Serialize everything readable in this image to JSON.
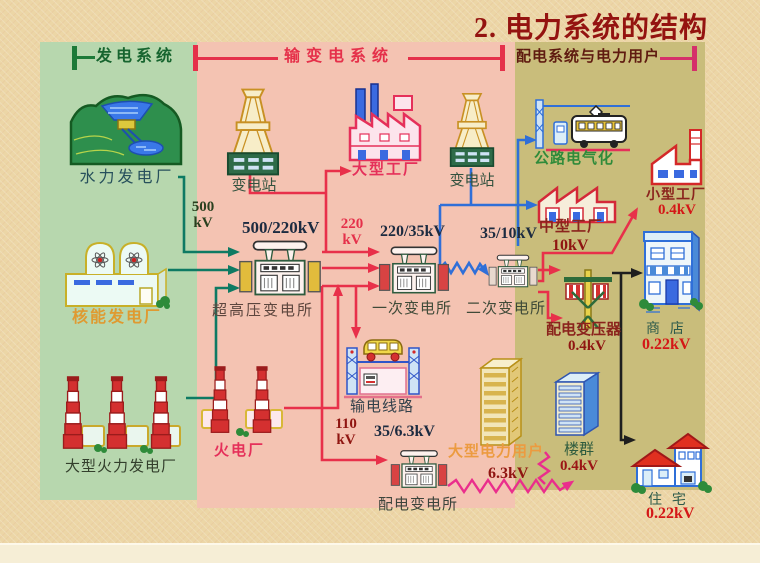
{
  "title": "2. 电力系统的结构",
  "header": {
    "generation": "发电系统",
    "transmission": "输变电系统",
    "distribution": "配电系统与电力用户"
  },
  "plants": {
    "hydro": {
      "label": "水力发电厂"
    },
    "nuclear": {
      "label": "核能发电厂"
    },
    "thermal_large": {
      "label": "大型火力发电厂"
    },
    "thermal": {
      "label": "火电厂"
    }
  },
  "grid": {
    "substation1": {
      "label": "变电站"
    },
    "substation2": {
      "label": "变电站"
    },
    "uhv": {
      "label": "超高压变电所",
      "rating": "500/220kV"
    },
    "primary": {
      "label": "一次变电所",
      "rating": "220/35kV"
    },
    "secondary": {
      "label": "二次变电所",
      "rating": "35/10kV"
    },
    "dist": {
      "label": "配电变电所",
      "rating": "35/6.3kV"
    },
    "pole_transformer": {
      "label": "配电变压器",
      "voltage": "0.4kV"
    },
    "transmission_line": {
      "label": "输电线路"
    },
    "kv500": "500 kV",
    "kv220": "220 kV",
    "kv110": "110 kV"
  },
  "consumers": {
    "large_factory": {
      "label": "大型工厂"
    },
    "road": {
      "label": "公路电气化"
    },
    "small_factory": {
      "label": "小型工厂",
      "voltage": "0.4kV"
    },
    "medium_factory": {
      "label": "中型工厂",
      "voltage": "10kV"
    },
    "shop": {
      "label": "商 店",
      "voltage": "0.22kV"
    },
    "large_user": {
      "label": "大型电力用户",
      "voltage": "6.3kV"
    },
    "buildings": {
      "label": "楼群",
      "voltage": "0.4kV"
    },
    "house": {
      "label": "住 宅",
      "voltage": "0.22kV"
    }
  },
  "colors": {
    "background": "#ecd6a6",
    "band_generation": "#b7d7ae",
    "band_transmission": "#f4c3b2",
    "band_distribution": "#c9bd7b",
    "title": "#941310",
    "line_generation": "#0e7a63",
    "line_220kv": "#e8304a",
    "line_35kv": "#2f6fd8",
    "line_low": "#1e1e1e",
    "line_6kv": "#ea2e8c"
  }
}
